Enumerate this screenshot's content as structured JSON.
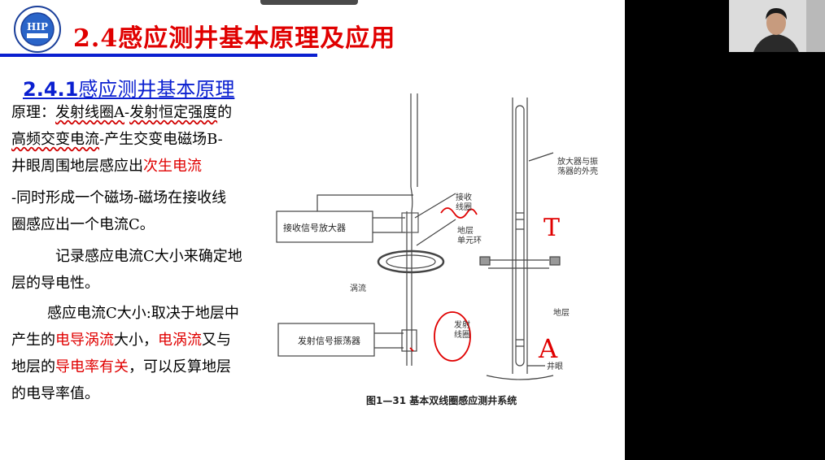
{
  "slide": {
    "title": "2.4感应测井基本原理及应用",
    "subtitle_num": "2.4.1",
    "subtitle_text": "感应测井基本原理",
    "p1": {
      "a": "原理：",
      "b": "发射线圈A",
      "c": "-",
      "d": "发射恒定强度",
      "e": "的",
      "f": "高频交变电流",
      "g": "-产生交变电磁场B-",
      "h": "井眼周围地层感应出",
      "i": "次生电流"
    },
    "p2": {
      "l1": "-同时形成一个磁场-磁场在接收线",
      "l2": "圈感应出一个电流C。"
    },
    "p3": {
      "l1": "记录感应电流C大小来确定地",
      "l2": "层的导电性。"
    },
    "p4": {
      "l1": "感应电流C大小:取决于地层中",
      "a": "产生的",
      "b": "电导涡流",
      "c": "大小，",
      "d": "电涡流",
      "e": "又与",
      "f": "地层的",
      "g": "导电率有关",
      "h": "，可以反算地层",
      "l4": "的电导率值。"
    }
  },
  "diagram": {
    "receiver_amp": "接收信号放大器",
    "transmitter_osc": "发射信号振荡器",
    "receive_coil": [
      "接收",
      "线圈"
    ],
    "ground_loop": [
      "地层",
      "单元环"
    ],
    "eddy": "涡流",
    "transmit_coil": [
      "发射",
      "线圈"
    ],
    "amp_shell": [
      "放大器与振",
      "荡器的外壳"
    ],
    "formation": "地层",
    "borehole": "井眼",
    "handwritten_T": "T",
    "handwritten_A": "A",
    "caption": "图1—31  基本双线圈感应测井系统"
  },
  "colors": {
    "title": "#e00000",
    "accent_blue": "#0a1fd0",
    "annotation_red": "#e00000"
  }
}
